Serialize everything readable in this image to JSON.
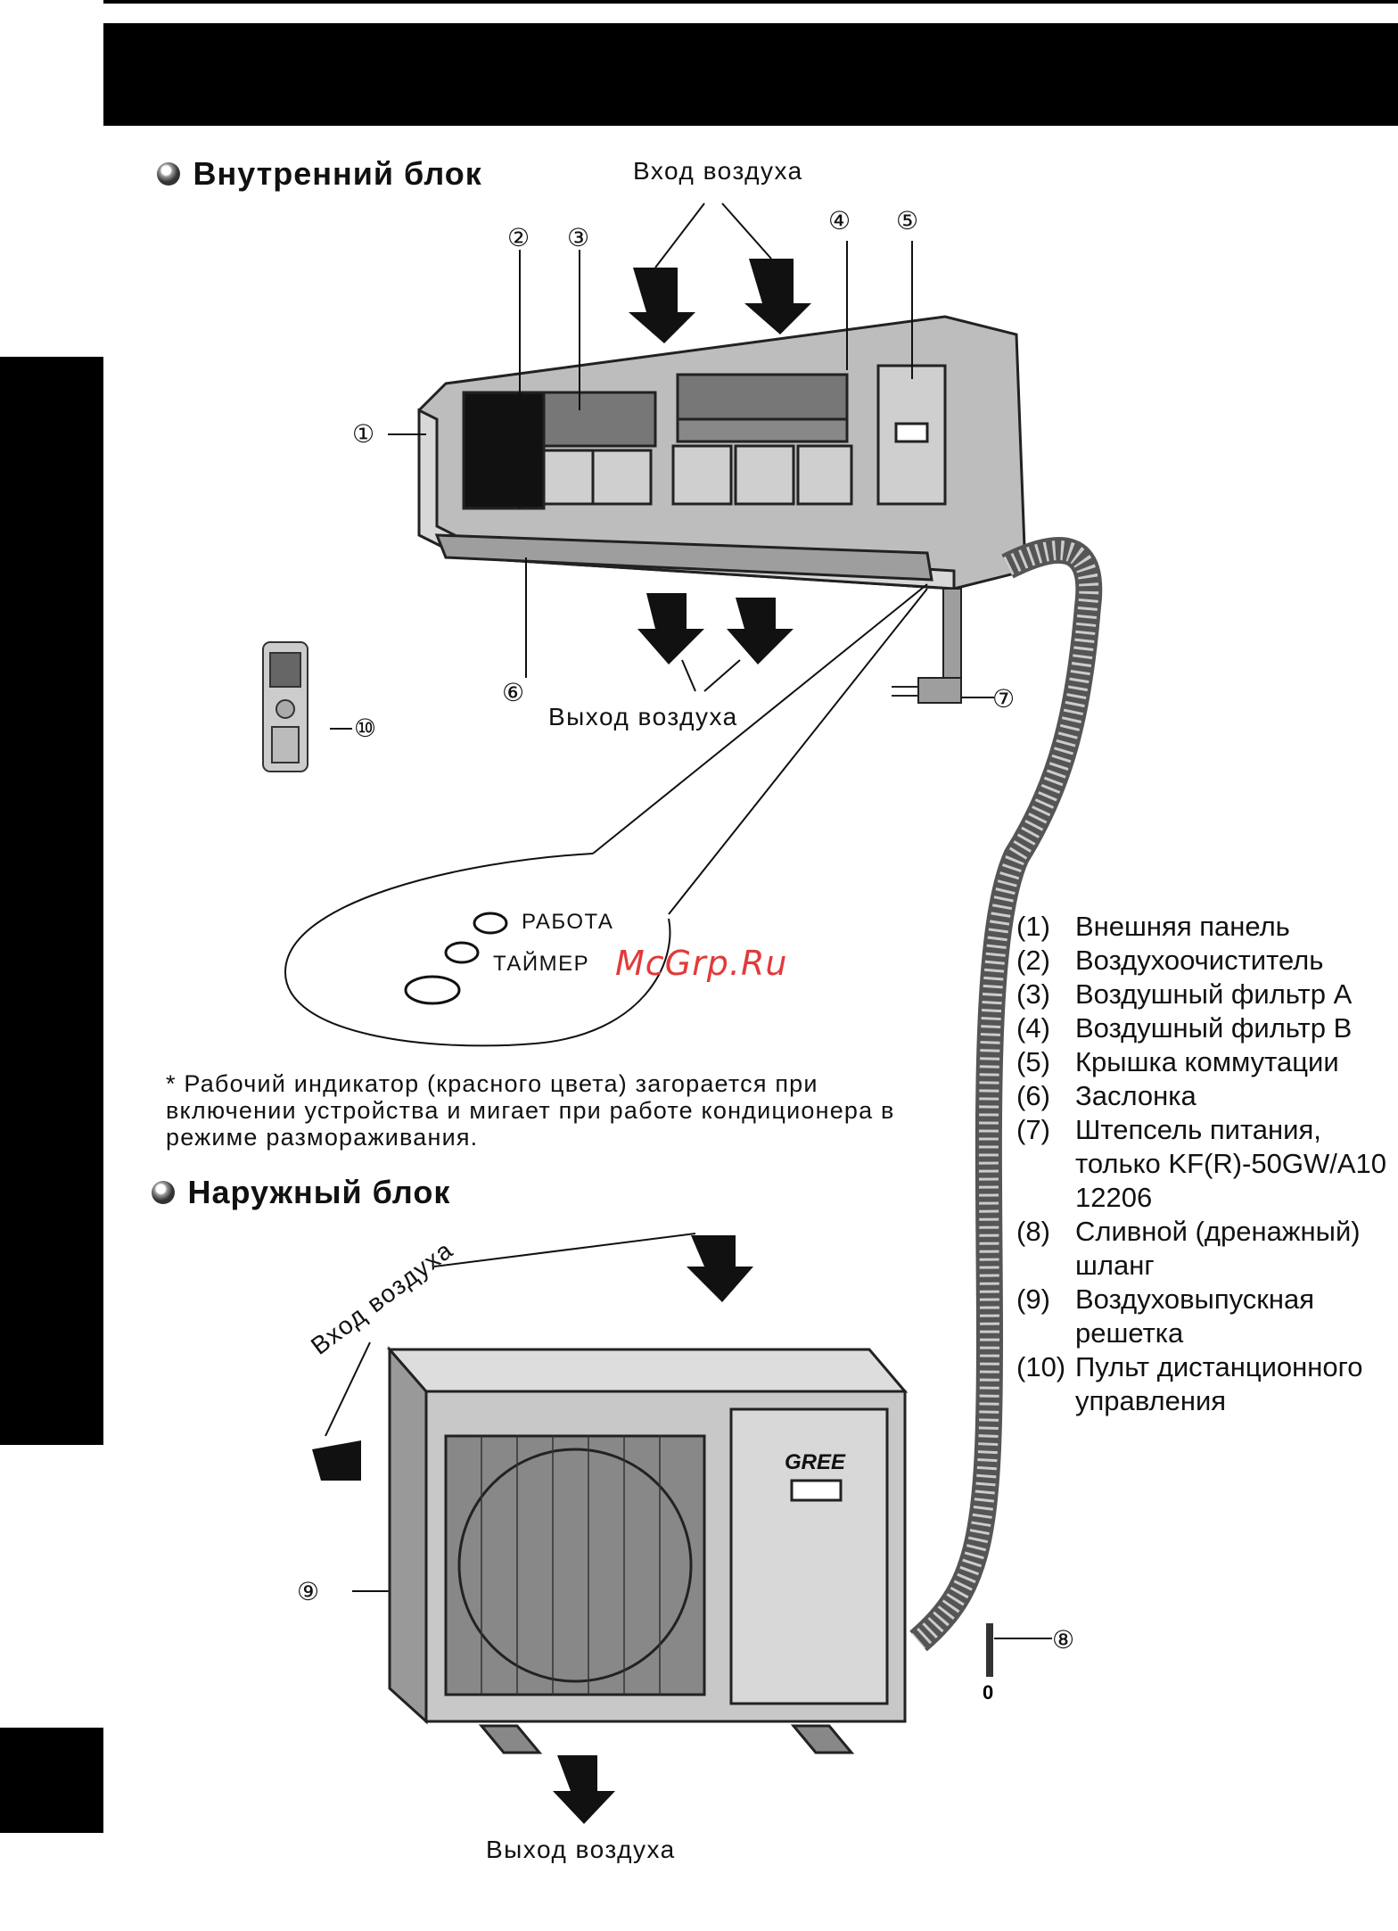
{
  "sections": {
    "indoor_title": "Внутренний блок",
    "outdoor_title": "Наружный блок"
  },
  "labels": {
    "air_in_top": "Вход воздуха",
    "air_out_top": "Выход воздуха",
    "air_in_outdoor": "Вход воздуха",
    "air_out_outdoor": "Выход воздуха",
    "indicator_run": "РАБОТА",
    "indicator_timer": "ТАЙМЕР",
    "brand": "GREE",
    "watermark": "McGrp.Ru"
  },
  "callouts": [
    "①",
    "②",
    "③",
    "④",
    "⑤",
    "⑥",
    "⑦",
    "⑧",
    "⑨",
    "⑩"
  ],
  "note": "*  Рабочий индикатор (красного цвета) загорается при включении устройства и мигает при работе кондиционера в режиме размораживания.",
  "legend": [
    {
      "n": "(1)",
      "text": "Внешняя панель"
    },
    {
      "n": "(2)",
      "text": "Воздухоочиститель"
    },
    {
      "n": "(3)",
      "text": "Воздушный фильтр А"
    },
    {
      "n": "(4)",
      "text": "Воздушный фильтр В"
    },
    {
      "n": "(5)",
      "text": "Крышка коммутации"
    },
    {
      "n": "(6)",
      "text": "Заслонка"
    },
    {
      "n": "(7)",
      "text": "Штепсель питания, только KF(R)-50GW/A10 12206"
    },
    {
      "n": "(8)",
      "text": "Сливной (дренажный) шланг"
    },
    {
      "n": "(9)",
      "text": "Воздуховыпускная решетка"
    },
    {
      "n": "(10)",
      "text": "Пульт дистанционного управления"
    }
  ]
}
